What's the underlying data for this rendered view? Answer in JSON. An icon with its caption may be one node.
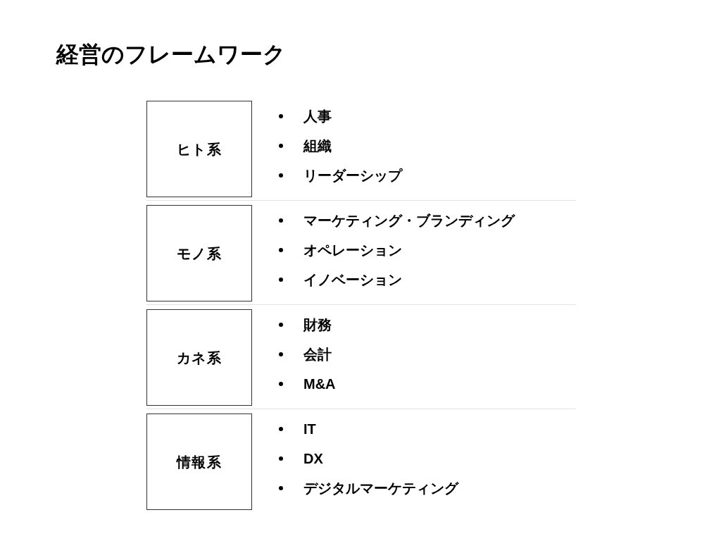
{
  "diagram": {
    "title": "経営のフレームワーク",
    "nodes": [
      {
        "text": [
          "ヒト系"
        ],
        "beside": [
          "人事",
          "組織",
          "リーダーシップ"
        ]
      },
      {
        "text": [
          "モノ系"
        ],
        "beside": [
          "マーケティング・ブランディング",
          "オペレーション",
          "イノベーション"
        ]
      },
      {
        "text": [
          "カネ系"
        ],
        "beside": [
          "財務",
          "会計",
          "M&A"
        ]
      },
      {
        "text": [
          "情報系"
        ],
        "beside": [
          "IT",
          "DX",
          "デジタルマーケティング"
        ]
      }
    ]
  }
}
